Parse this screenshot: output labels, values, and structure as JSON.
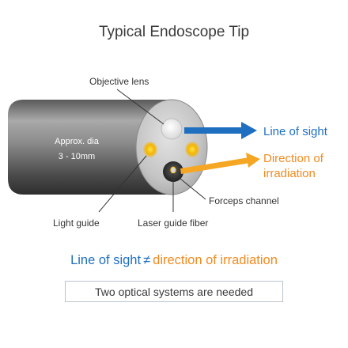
{
  "title": "Typical Endoscope Tip",
  "labels": {
    "objective_lens": "Objective lens",
    "approx_dia": "Approx. dia",
    "diameter_range": "3 - 10mm",
    "line_of_sight": "Line of sight",
    "direction_of": "Direction of",
    "irradiation": "irradiation",
    "forceps_channel": "Forceps channel",
    "light_guide": "Light guide",
    "laser_guide_fiber": "Laser guide fiber"
  },
  "summary": {
    "line_of_sight": "Line of sight",
    "neq": "≠",
    "direction_of_irradiation": "direction of irradiation"
  },
  "note": "Two optical systems are needed",
  "colors": {
    "line_of_sight": "#1f6fc0",
    "irradiation": "#f28a1f",
    "light_guide_glow": "#f5b400",
    "body_dark": "#3d3d3d",
    "body_light": "#9a9a9a"
  }
}
